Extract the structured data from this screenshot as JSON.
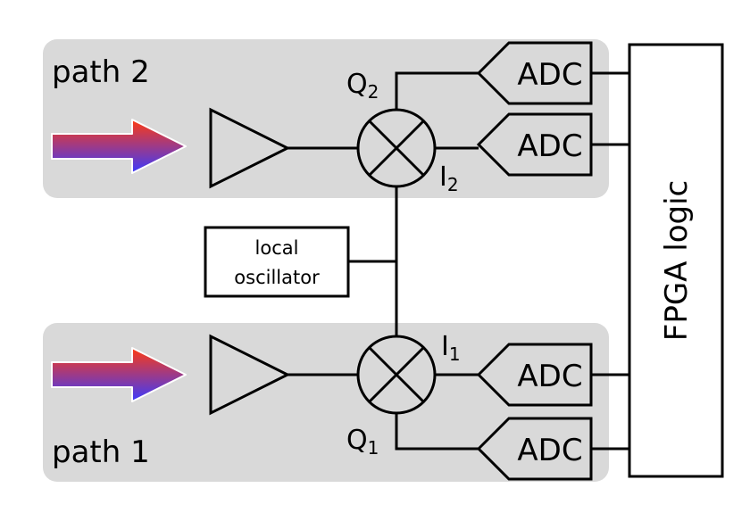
{
  "paths": [
    {
      "label": "path 2",
      "mixer_q_label": "Q",
      "mixer_q_sub": "2",
      "mixer_i_label": "I",
      "mixer_i_sub": "2"
    },
    {
      "label": "path 1",
      "mixer_i_label": "I",
      "mixer_i_sub": "1",
      "mixer_q_label": "Q",
      "mixer_q_sub": "1"
    }
  ],
  "adc_label": "ADC",
  "local_oscillator": {
    "line1": "local",
    "line2": "oscillator"
  },
  "fpga_label": "FPGA logic",
  "colors": {
    "panel": "#d9d9d9",
    "arrow_start": "#4040ff",
    "arrow_end": "#ff3a1a",
    "line": "#000000"
  }
}
